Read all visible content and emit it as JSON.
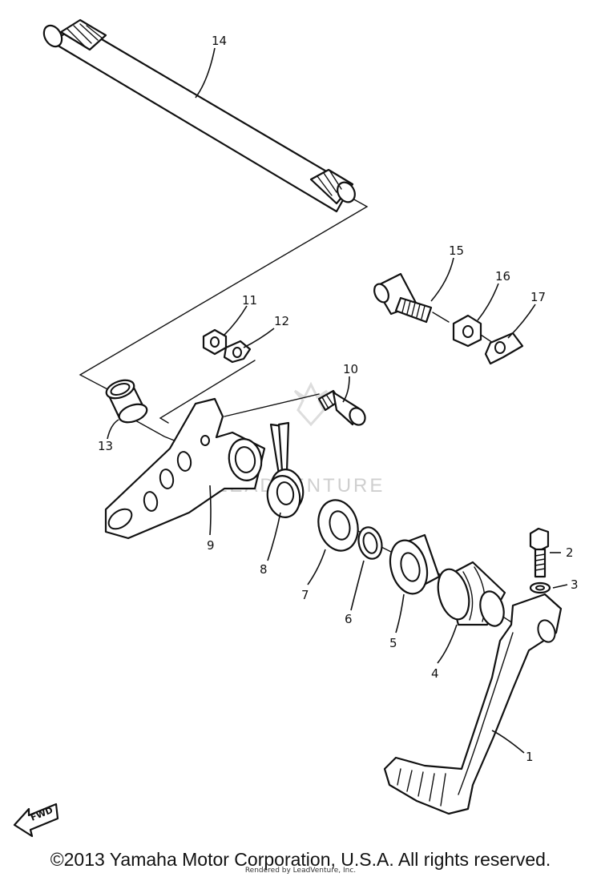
{
  "diagram": {
    "watermark": "LEADVENTURE",
    "fwd_label": "FWD",
    "callouts": {
      "p1": "1",
      "p2": "2",
      "p3": "3",
      "p4": "4",
      "p5": "5",
      "p6": "6",
      "p7": "7",
      "p8": "8",
      "p9": "9",
      "p10": "10",
      "p11": "11",
      "p12": "12",
      "p13": "13",
      "p14": "14",
      "p15": "15",
      "p16": "16",
      "p17": "17"
    }
  },
  "footer": {
    "copyright": "©2013 Yamaha Motor Corporation, U.S.A. All rights reserved.",
    "rendered_by": "Rendered by LeadVenture, Inc."
  }
}
